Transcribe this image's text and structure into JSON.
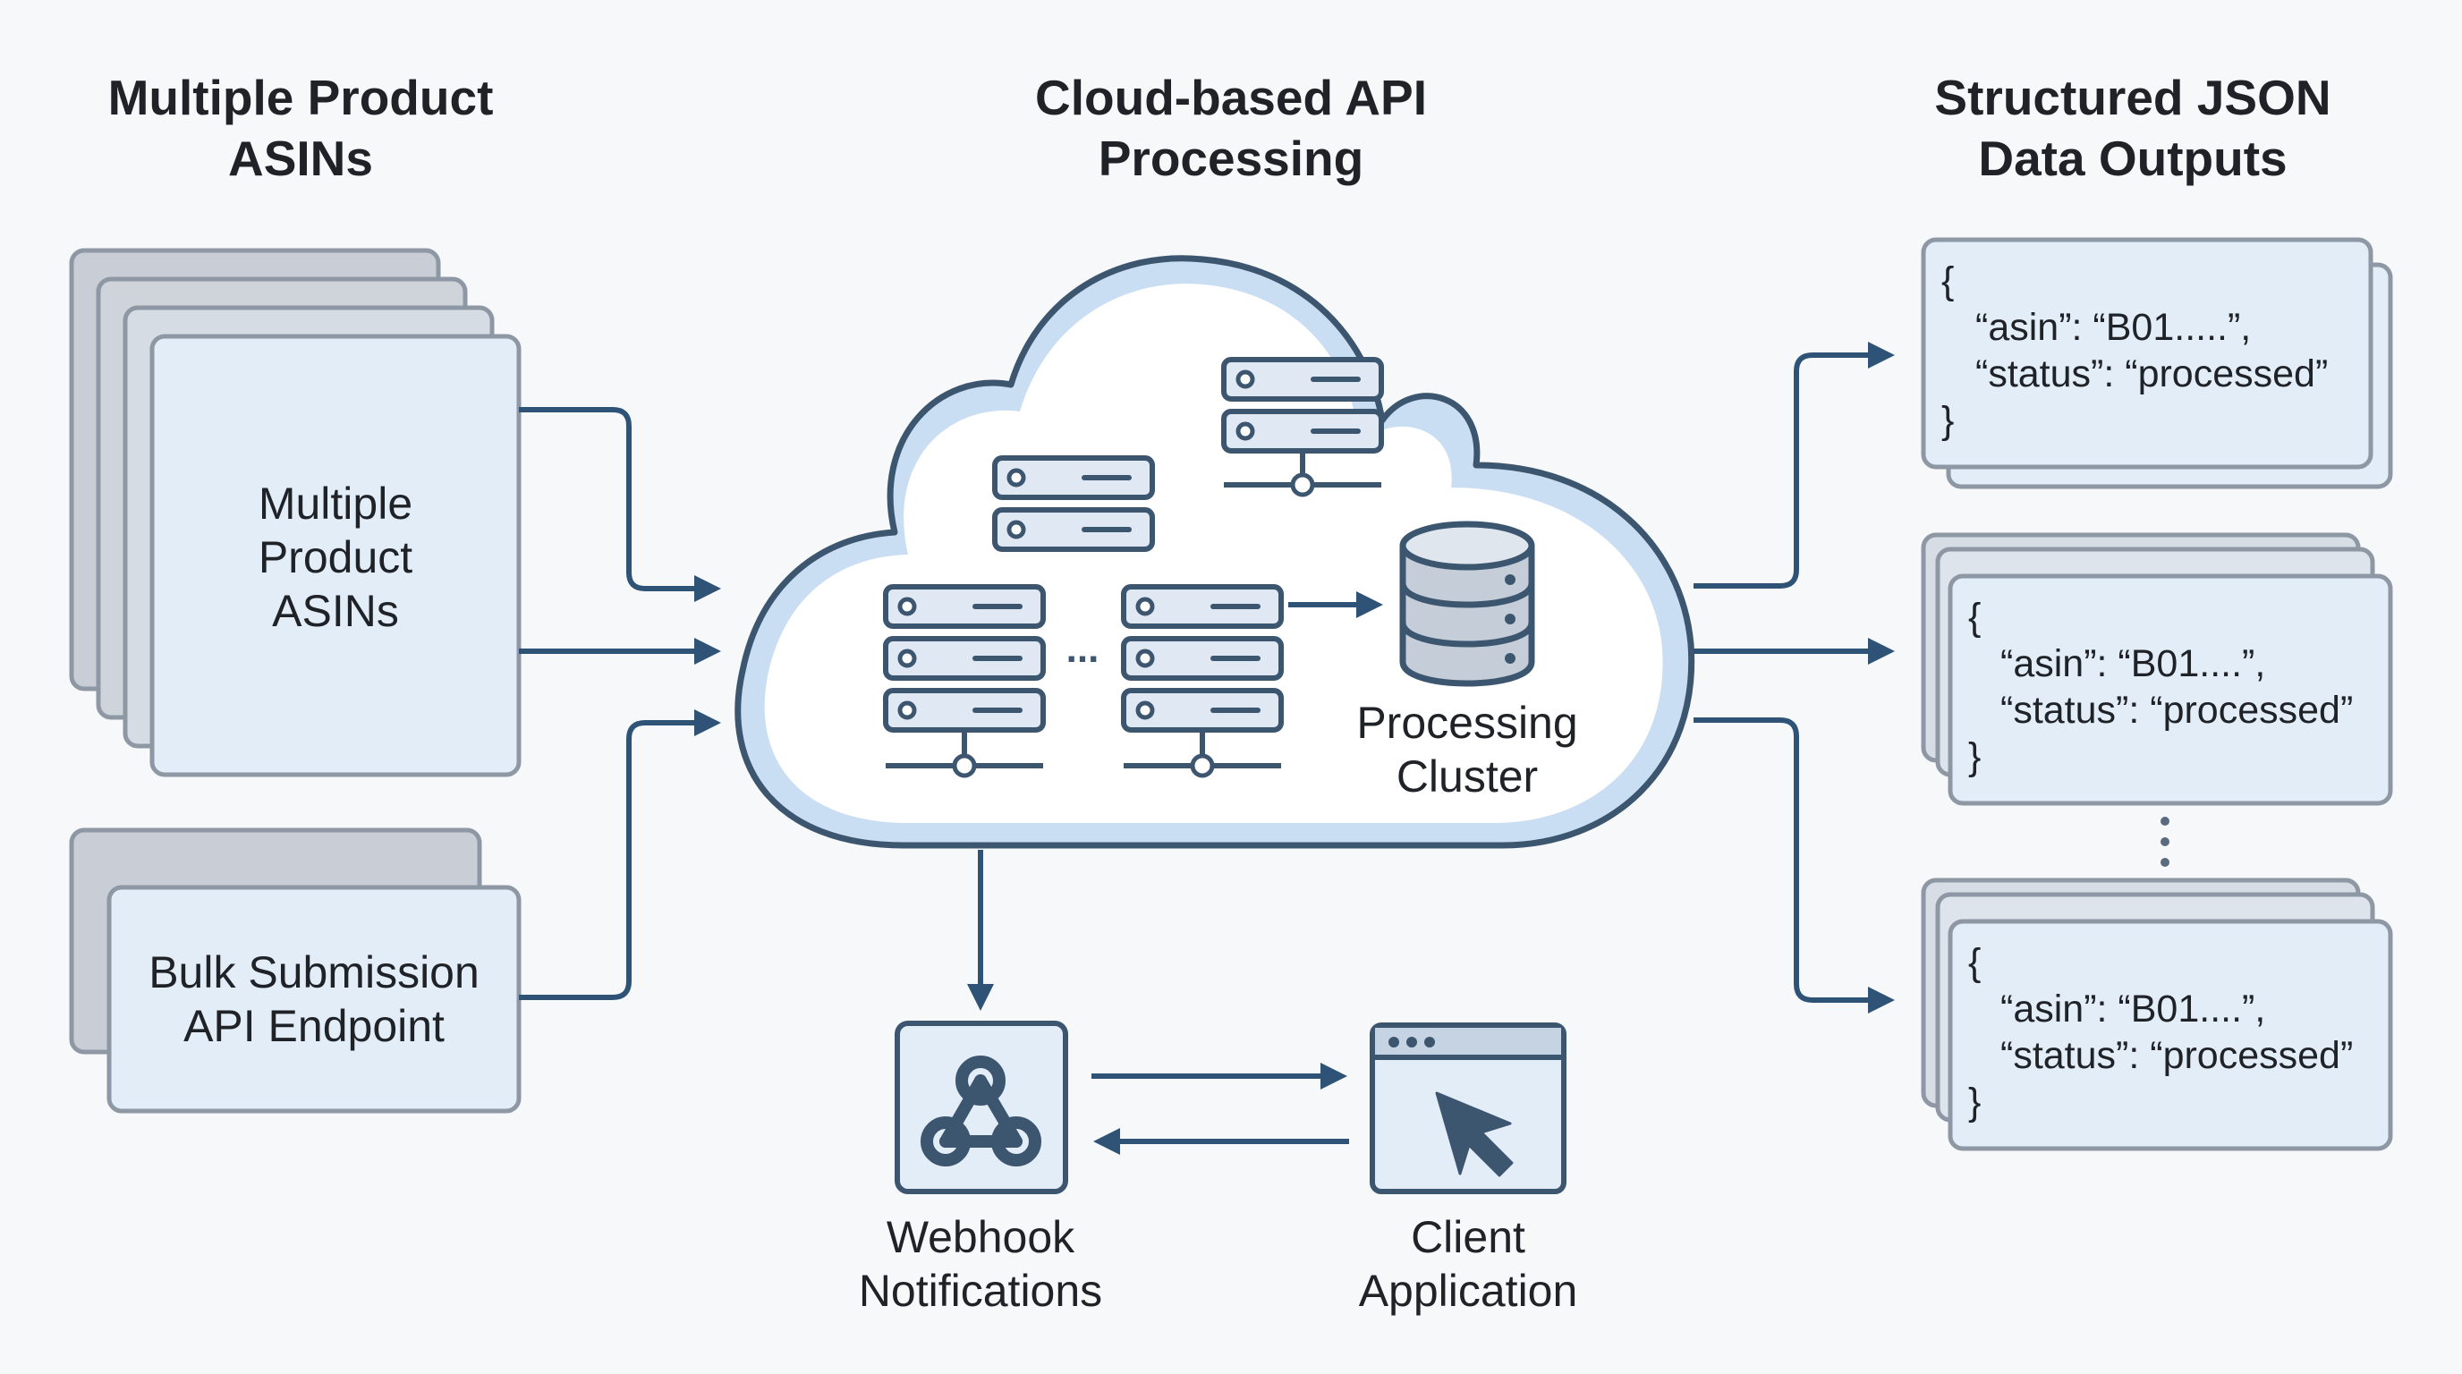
{
  "headings": {
    "left": [
      "Multiple Product",
      "ASINs"
    ],
    "center": [
      "Cloud-based API",
      "Processing"
    ],
    "right": [
      "Structured JSON",
      "Data Outputs"
    ]
  },
  "input_stack_label": [
    "Multiple",
    "Product",
    "ASINs"
  ],
  "bulk_endpoint_label": [
    "Bulk Submission",
    "API Endpoint"
  ],
  "cluster_label": [
    "Processing",
    "Cluster"
  ],
  "server_gap": "...",
  "json_outputs": [
    {
      "open": "{",
      "asin_line": "“asin”: “B01.....”,",
      "status_line": "“status”: “processed”",
      "close": "}"
    },
    {
      "open": "{",
      "asin_line": "“asin”: “B01....”,",
      "status_line": "“status”: “processed”",
      "close": "}"
    },
    {
      "open": "{",
      "asin_line": "“asin”: “B01....”,",
      "status_line": "“status”: “processed”",
      "close": "}"
    }
  ],
  "webhook_label": [
    "Webhook",
    "Notifications"
  ],
  "client_label": [
    "Client",
    "Application"
  ],
  "icons": {
    "webhook": "webhook-icon",
    "client": "browser-cursor-icon",
    "servers": "server-rack-icon",
    "database": "database-icon"
  },
  "colors": {
    "stroke": "#3d5670",
    "arrow": "#2f5376",
    "box_fill": "#e3edf8",
    "shadow_fill": "#c6ccd4",
    "cloud_halo": "#c9ddf3",
    "background": "#f7f8f9"
  }
}
